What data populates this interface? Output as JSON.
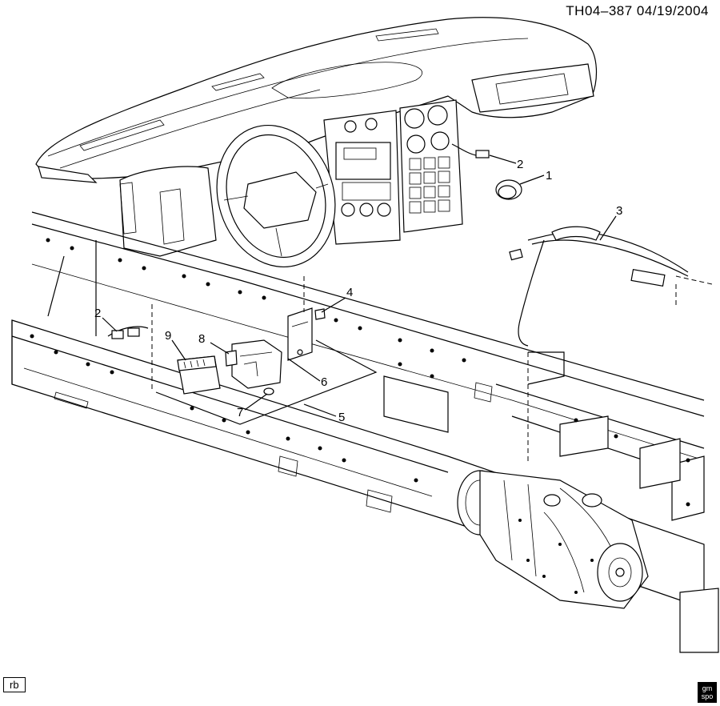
{
  "header": {
    "drawing_code": "TH04–387  04/19/2004"
  },
  "footer": {
    "corner_tag": "rb",
    "logo_text": "gm spo"
  },
  "callouts": [
    "1",
    "2",
    "3",
    "4",
    "5",
    "6",
    "7",
    "8",
    "9",
    "2"
  ]
}
